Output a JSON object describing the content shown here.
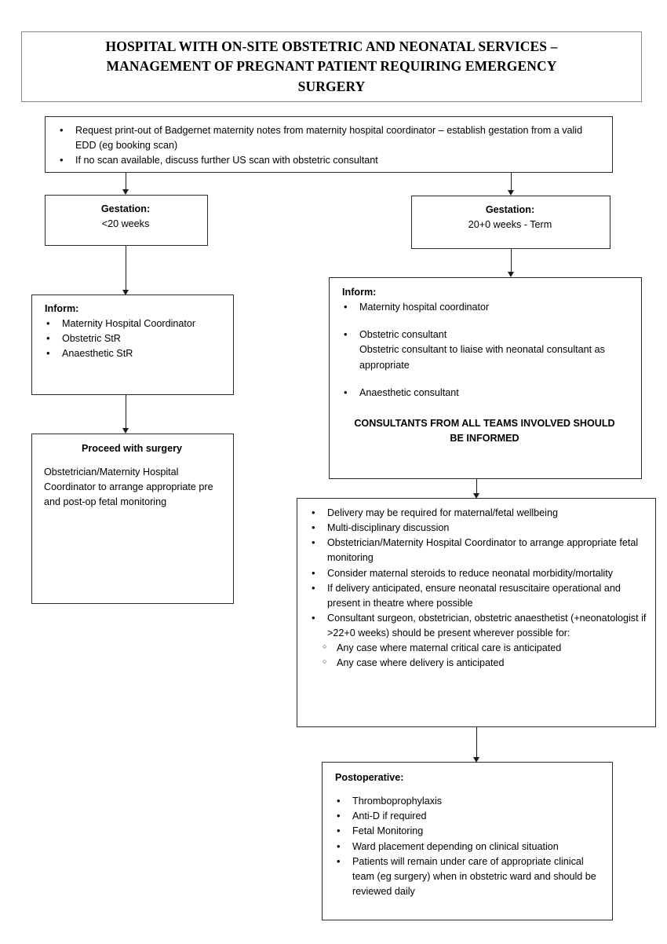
{
  "title": {
    "line1": "HOSPITAL WITH ON-SITE OBSTETRIC AND NEONATAL SERVICES –",
    "line2": "MANAGEMENT OF PREGNANT PATIENT REQUIRING EMERGENCY",
    "line3": "SURGERY",
    "full": "HOSPITAL WITH ON-SITE OBSTETRIC AND NEONATAL SERVICES – MANAGEMENT OF PREGNANT PATIENT REQUIRING EMERGENCY SURGERY"
  },
  "intake": {
    "bullets": [
      "Request print-out of Badgernet maternity notes from maternity hospital coordinator – establish gestation from a valid EDD (eg booking scan)",
      "If no scan available, discuss further US scan with obstetric consultant"
    ]
  },
  "gestation_left": {
    "heading": "Gestation:",
    "value": "<20 weeks"
  },
  "gestation_right": {
    "heading": "Gestation:",
    "value": "20+0 weeks - Term"
  },
  "inform_left": {
    "heading": "Inform:",
    "bullets": [
      "Maternity Hospital Coordinator",
      "Obstetric StR",
      "Anaesthetic StR"
    ]
  },
  "proceed_surgery": {
    "heading": "Proceed with surgery",
    "body": "Obstetrician/Maternity Hospital Coordinator to arrange appropriate pre and post-op fetal monitoring"
  },
  "inform_right": {
    "heading": "Inform:",
    "bullets": [
      "Maternity hospital coordinator",
      "Obstetric consultant\nObstetric consultant to liaise with neonatal consultant as appropriate",
      "Anaesthetic consultant"
    ],
    "bullet1": "Maternity hospital coordinator",
    "bullet2_line1": "Obstetric consultant",
    "bullet2_line2": "Obstetric consultant to liaise with neonatal consultant as appropriate",
    "bullet3": "Anaesthetic consultant",
    "footer": "CONSULTANTS FROM ALL TEAMS INVOLVED SHOULD BE INFORMED"
  },
  "delivery": {
    "bullets": [
      "Delivery may be required for maternal/fetal wellbeing",
      "Multi-disciplinary discussion",
      "Obstetrician/Maternity Hospital Coordinator to arrange appropriate fetal monitoring",
      "Consider maternal steroids to reduce neonatal morbidity/mortality",
      "If delivery anticipated, ensure neonatal resuscitaire operational and present in theatre where possible",
      "Consultant surgeon, obstetrician, obstetric anaesthetist (+neonatologist if >22+0 weeks) should be present wherever possible for:"
    ],
    "subbullets": [
      "Any case where maternal critical care is anticipated",
      "Any case where delivery is anticipated"
    ]
  },
  "postoperative": {
    "heading": "Postoperative:",
    "bullets": [
      "Thromboprophylaxis",
      "Anti-D if required",
      "Fetal Monitoring",
      "Ward placement depending on clinical situation",
      "Patients will remain under care of appropriate clinical team (eg surgery) when in obstetric ward and should be reviewed daily"
    ]
  },
  "colors": {
    "border": "#2b2b2b",
    "title_border": "#8a8a8a",
    "text": "#000000",
    "connector": "#1a1a1a",
    "background": "#ffffff"
  }
}
